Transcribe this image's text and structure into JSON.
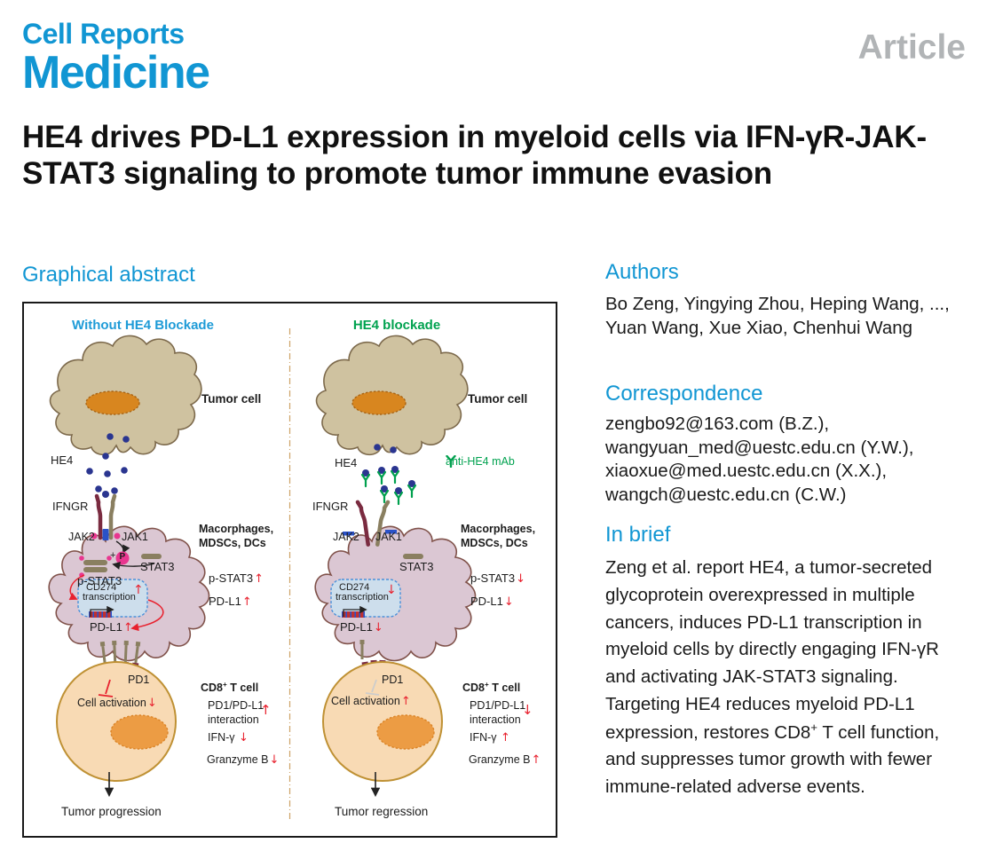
{
  "header": {
    "journal_line1": "Cell Reports",
    "journal_line2": "Medicine",
    "article_type": "Article"
  },
  "title": "HE4 drives PD-L1 expression in myeloid cells via IFN-γR-JAK-STAT3 signaling to promote tumor immune evasion",
  "sections": {
    "graphical_abstract_heading": "Graphical abstract",
    "authors_heading": "Authors",
    "correspondence_heading": "Correspondence",
    "in_brief_heading": "In brief"
  },
  "authors": {
    "line1": "Bo Zeng, Yingying Zhou, Heping Wang, ...,",
    "line2": "Yuan Wang, Xue Xiao, Chenhui Wang"
  },
  "correspondence": {
    "lines": [
      "zengbo92@163.com (B.Z.),",
      "wangyuan_med@uestc.edu.cn (Y.W.),",
      "xiaoxue@med.uestc.edu.cn (X.X.),",
      "wangch@uestc.edu.cn (C.W.)"
    ]
  },
  "in_brief": {
    "text_before": "Zeng et al. report HE4, a tumor-secreted glycoprotein overexpressed in multiple cancers, induces PD-L1 transcription in myeloid cells by directly engaging IFN-γR and activating JAK-STAT3 signaling. Targeting HE4 reduces myeloid PD-L1 expression, restores CD8",
    "sup": "+",
    "text_after": " T cell function, and suppresses tumor growth with fewer immune-related adverse events."
  },
  "figure": {
    "left": {
      "panel_title": "Without HE4 Blockade",
      "tumor_cell": "Tumor cell",
      "he4": "HE4",
      "ifngr": "IFNGR",
      "jak2": "JAK2",
      "jak1": "JAK1",
      "phospho_plus": "+",
      "phospho_p": "P",
      "stat3": "STAT3",
      "p_stat3": "p-STAT3",
      "cd274_line1": "CD274",
      "cd274_line2": "transcription",
      "cd274_arrow": "↑",
      "pdl1": "PD-L1",
      "pdl1_arrow": "↑",
      "pd1": "PD1",
      "cell_activation": "Cell activation",
      "cell_activation_arrow": "↓",
      "outcome": "Tumor progression",
      "side": {
        "myeloid_line1": "Macorphages,",
        "myeloid_line2": "MDSCs, DCs",
        "p_stat3": "p-STAT3",
        "p_stat3_arrow": "↑",
        "pdl1": "PD-L1",
        "pdl1_arrow": "↑",
        "cd8_prefix": "CD8",
        "cd8_sup": "+",
        "cd8_suffix": " T cell",
        "interaction_line1": "PD1/PD-L1",
        "interaction_line2": "interaction",
        "interaction_arrow": "↑",
        "ifng": "IFN-γ",
        "ifng_arrow": "↓",
        "granzyme": "Granzyme B",
        "granzyme_arrow": "↓"
      }
    },
    "right": {
      "panel_title": "HE4 blockade",
      "tumor_cell": "Tumor cell",
      "he4": "HE4",
      "anti_he4": "anti-HE4 mAb",
      "ifngr": "IFNGR",
      "jak2": "JAK2",
      "jak1": "JAK1",
      "stat3": "STAT3",
      "cd274_line1": "CD274",
      "cd274_line2": "transcription",
      "cd274_arrow": "↓",
      "pdl1": "PD-L1",
      "pdl1_arrow": "↓",
      "pd1": "PD1",
      "cell_activation": "Cell activation",
      "cell_activation_arrow": "↑",
      "outcome": "Tumor regression",
      "side": {
        "myeloid_line1": "Macorphages,",
        "myeloid_line2": "MDSCs, DCs",
        "p_stat3": "p-STAT3",
        "p_stat3_arrow": "↓",
        "pdl1": "PD-L1",
        "pdl1_arrow": "↓",
        "cd8_prefix": "CD8",
        "cd8_sup": "+",
        "cd8_suffix": " T cell",
        "interaction_line1": "PD1/PD-L1",
        "interaction_line2": "interaction",
        "interaction_arrow": "↓",
        "ifng": "IFN-γ",
        "ifng_arrow": "↑",
        "granzyme": "Granzyme B",
        "granzyme_arrow": "↑"
      }
    }
  },
  "colors": {
    "journal_blue": "#1196d3",
    "article_gray": "#b1b4b6",
    "panel_left_title_blue": "#1e9bd7",
    "panel_right_title_green": "#00a24f",
    "status_red": "#e8212e",
    "he4_dot_navy": "#2a3590",
    "tumor_fill": "#cfc2a0",
    "macrophage_fill": "#dbc7d3",
    "tcell_fill": "#f8dab4"
  }
}
